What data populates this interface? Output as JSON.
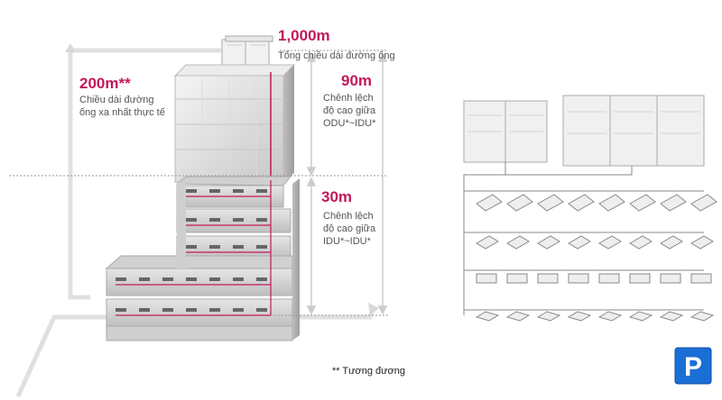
{
  "annotations": {
    "total_length_value": "1,000m",
    "total_length_label": "Tổng chiều dài đường ống",
    "farthest_value": "200m**",
    "farthest_label_line1": "Chiều dài đường",
    "farthest_label_line2": "ống xa nhất thực tế",
    "odu_idu_value": "90m",
    "odu_idu_label_line1": "Chênh lệch",
    "odu_idu_label_line2": "độ cao giữa",
    "odu_idu_label_line3": "ODU*~IDU*",
    "idu_idu_value": "30m",
    "idu_idu_label_line1": "Chênh lệch",
    "idu_idu_label_line2": "độ cao giữa",
    "idu_idu_label_line3": "IDU*~IDU*",
    "footnote": "** Tương đương"
  },
  "colors": {
    "accent": "#c2185b",
    "pipe": "#777777",
    "building": "#d9d9d9",
    "logo_blue": "#1a6fd6"
  },
  "logo": {
    "icon": "p-logo-icon",
    "letter": "P"
  }
}
